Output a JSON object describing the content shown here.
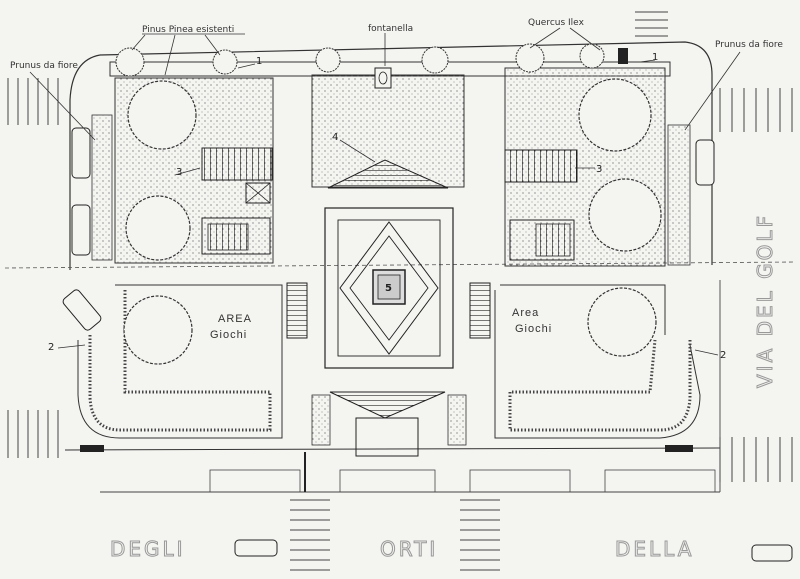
{
  "labels": {
    "pinus_pinea": "Pinus Pinea esistenti",
    "fontanella": "fontanella",
    "quercus_ilex": "Quercus Ilex",
    "prunus_left": "Prunus da fiore",
    "prunus_right": "Prunus da fiore",
    "area_giochi_left_1": "AREA",
    "area_giochi_left_2": "Giochi",
    "area_giochi_right_1": "Area",
    "area_giochi_right_2": "Giochi"
  },
  "numbers": {
    "n1_left": "1",
    "n1_right": "1",
    "n2_left": "2",
    "n2_right": "2",
    "n3_left": "3",
    "n3_right": "3",
    "n4": "4",
    "n5": "5"
  },
  "streets": {
    "degli": "DEGLI",
    "orti": "ORTI",
    "della": "DELLA",
    "via_del_golf": "VIA DEL GOLF"
  },
  "colors": {
    "ink": "#2a2a2a",
    "paper": "#f4f4f1",
    "street_text": "#999999"
  }
}
